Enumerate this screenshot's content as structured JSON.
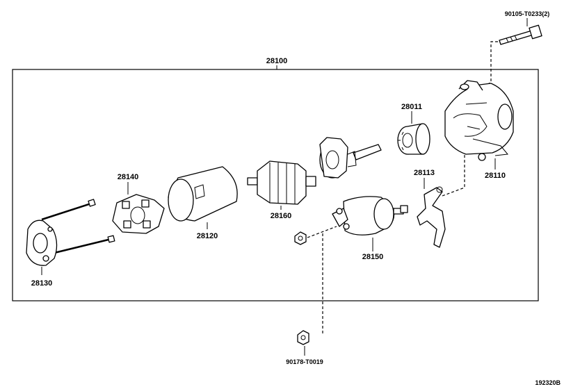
{
  "diagram": {
    "assembly_label": "28100",
    "figure_code": "192320B",
    "parts": {
      "bolt": "90105-T0233(2)",
      "pinion_clutch": "28011",
      "housing": "28110",
      "lever": "28113",
      "solenoid": "28150",
      "armature": "28160",
      "yoke": "28120",
      "brush_holder": "28140",
      "end_frame": "28130",
      "nut": "90178-T0019"
    }
  }
}
